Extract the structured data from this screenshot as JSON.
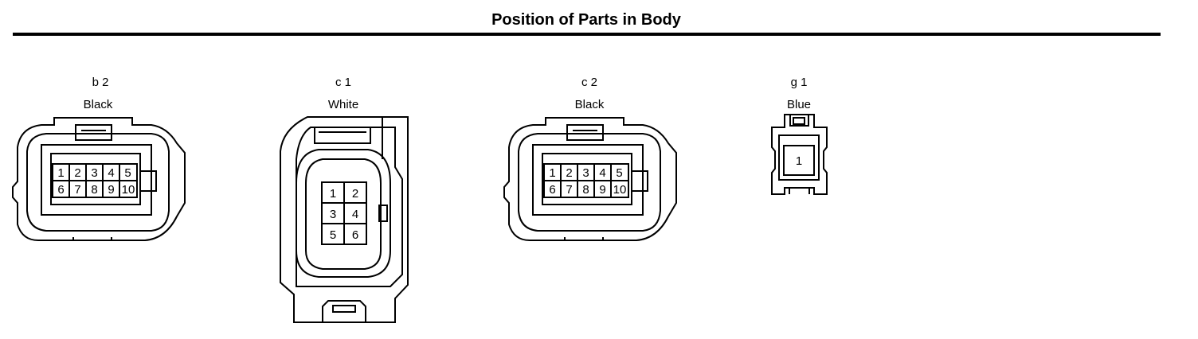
{
  "title": "Position of Parts in Body",
  "connectors": [
    {
      "code": "b 2",
      "color": "Black",
      "pins": [
        "1",
        "2",
        "3",
        "4",
        "5",
        "6",
        "7",
        "8",
        "9",
        "10"
      ]
    },
    {
      "code": "c 1",
      "color": "White",
      "pins": [
        "1",
        "2",
        "3",
        "4",
        "5",
        "6"
      ]
    },
    {
      "code": "c 2",
      "color": "Black",
      "pins": [
        "1",
        "2",
        "3",
        "4",
        "5",
        "6",
        "7",
        "8",
        "9",
        "10"
      ]
    },
    {
      "code": "g 1",
      "color": "Blue",
      "pins": [
        "1"
      ]
    }
  ]
}
